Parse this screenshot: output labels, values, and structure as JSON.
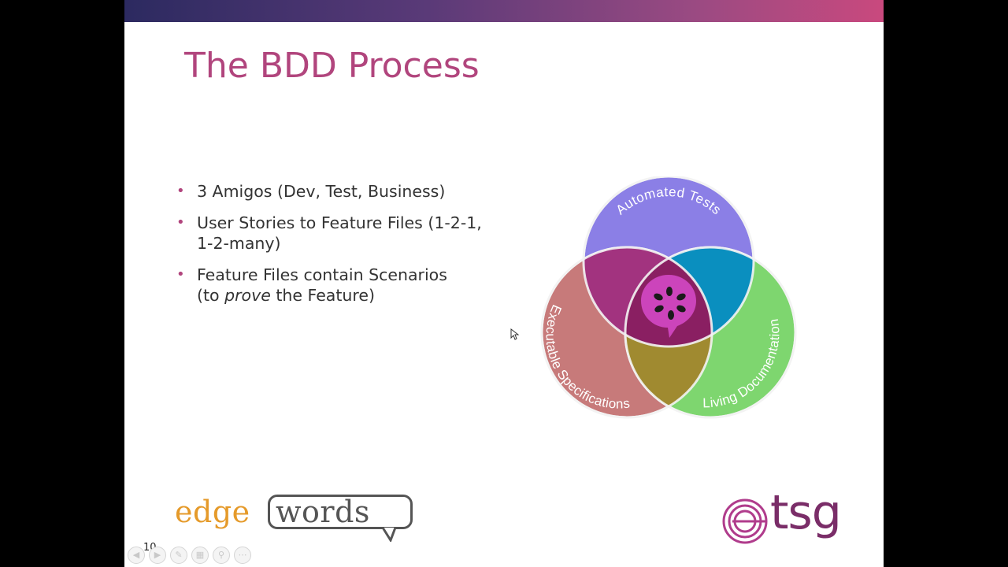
{
  "slide": {
    "title": "The BDD Process",
    "bullets": [
      "3 Amigos (Dev, Test, Business)",
      "User Stories to Feature Files (1-2-1, 1-2-many)",
      "Feature Files contain Scenarios"
    ],
    "bullet3_line2_a": "(to ",
    "bullet3_line2_em": "prove",
    "bullet3_line2_b": " the Feature)",
    "page_number": "10"
  },
  "venn": {
    "top_label": "Automated Tests",
    "left_label": "Executable Specifications",
    "right_label": "Living Documentation",
    "colors": {
      "top": "#8b7fe6",
      "left": "#c77a7a",
      "right": "#7ed66f",
      "top_left": "#a2337f",
      "top_right": "#0a8fbf",
      "bottom": "#a08a30",
      "center": "#8a1f62",
      "logo": "#cc44bb"
    }
  },
  "logos": {
    "edgewords_part1": "edge",
    "edgewords_part2": "words",
    "tsg": "tsg"
  },
  "controls": [
    "prev-icon",
    "next-icon",
    "pen-icon",
    "slides-icon",
    "zoom-icon",
    "more-icon"
  ],
  "controls_glyphs": [
    "◀",
    "▶",
    "✎",
    "▦",
    "⚲",
    "⋯"
  ],
  "brand_colors": {
    "accent": "#b1457d",
    "edge_orange": "#e59a2a",
    "tsg_purple": "#7a2d68"
  }
}
